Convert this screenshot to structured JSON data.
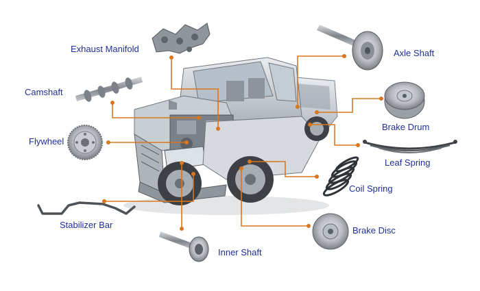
{
  "diagram": {
    "colors": {
      "label": "#1f2f9a",
      "leader": "#d9761e",
      "body": "#cfd3d8",
      "glass": "#aab4bf",
      "part": "#8a9097"
    },
    "parts": [
      {
        "id": "exhaust-manifold",
        "label": "Exhaust  Manifold",
        "icon": "exhaust-manifold-icon"
      },
      {
        "id": "camshaft",
        "label": "Camshaft",
        "icon": "camshaft-icon"
      },
      {
        "id": "flywheel",
        "label": "Flywheel",
        "icon": "flywheel-icon"
      },
      {
        "id": "stabilizer-bar",
        "label": "Stabilizer Bar",
        "icon": "stabilizer-bar-icon"
      },
      {
        "id": "inner-shaft",
        "label": "Inner Shaft",
        "icon": "inner-shaft-icon"
      },
      {
        "id": "axle-shaft",
        "label": "Axle Shaft",
        "icon": "axle-shaft-icon"
      },
      {
        "id": "brake-drum",
        "label": "Brake Drum",
        "icon": "brake-drum-icon"
      },
      {
        "id": "leaf-spring",
        "label": "Leaf Spring",
        "icon": "leaf-spring-icon"
      },
      {
        "id": "coil-spring",
        "label": "Coil Spring",
        "icon": "coil-spring-icon"
      },
      {
        "id": "brake-disc",
        "label": "Brake Disc",
        "icon": "brake-disc-icon"
      }
    ]
  }
}
